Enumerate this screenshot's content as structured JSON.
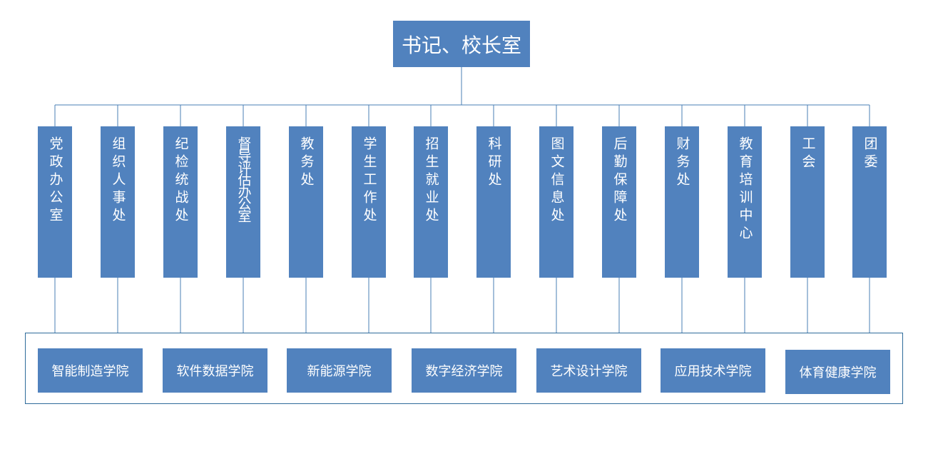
{
  "root": {
    "label": "书记、校长室"
  },
  "departments": [
    "党政办公室",
    "组织人事处",
    "纪检统战处",
    "督导评估办公室",
    "教务处",
    "学生工作处",
    "招生就业处",
    "科研处",
    "图文信息处",
    "后勤保障处",
    "财务处",
    "教育培训中心",
    "工会",
    "团委"
  ],
  "colleges": [
    "智能制造学院",
    "软件数据学院",
    "新能源学院",
    "数字经济学院",
    "艺术设计学院",
    "应用技术学院",
    "体育健康学院"
  ],
  "colors": {
    "box": "#5182be",
    "line": "#4a7fb5",
    "frame": "#2e6b9a",
    "text": "#ffffff"
  }
}
